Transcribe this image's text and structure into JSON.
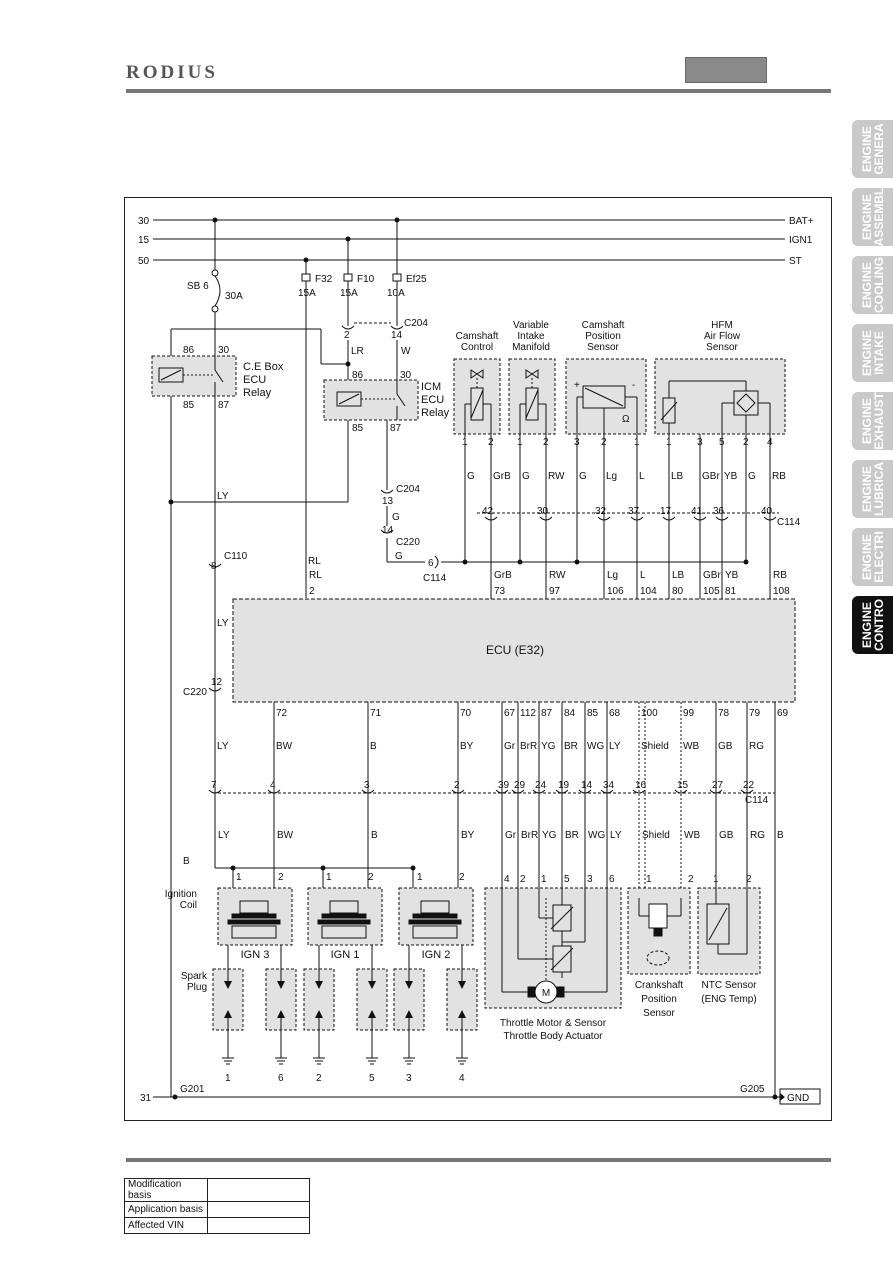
{
  "header": {
    "brand": "RODIUS"
  },
  "side_tabs": [
    {
      "label": "ENGINE\nGENERA",
      "active": false
    },
    {
      "label": "ENGINE\nASSEMBL",
      "active": false
    },
    {
      "label": "ENGINE\nCOOLING",
      "active": false
    },
    {
      "label": "ENGINE\nINTAKE",
      "active": false
    },
    {
      "label": "ENGINE\nEXHAUST",
      "active": false
    },
    {
      "label": "ENGINE\nLUBRICA",
      "active": false
    },
    {
      "label": "ENGINE\nELECTRI",
      "active": false
    },
    {
      "label": "ENGINE\nCONTRO",
      "active": true
    }
  ],
  "diagram": {
    "rails": {
      "r30": "30",
      "r15": "15",
      "r50": "50",
      "bat": "BAT+",
      "ign1": "IGN1",
      "st": "ST",
      "r31": "31",
      "gnd": "GND"
    },
    "fuses": {
      "sb6": "SB 6",
      "sb6_a": "30A",
      "f32": "F32",
      "f32_a": "15A",
      "f10": "F10",
      "f10_a": "15A",
      "ef25": "Ef25",
      "ef25_a": "10A"
    },
    "relays": {
      "ce_box": "C.E Box\nECU\nRelay",
      "ce_86": "86",
      "ce_30": "30",
      "ce_85": "85",
      "ce_87": "87",
      "icm": "ICM\nECU\nRelay",
      "icm_86": "86",
      "icm_30": "30",
      "icm_85": "85",
      "icm_87": "87"
    },
    "connectors": {
      "c204": "C204",
      "c204_2": "2",
      "c204_14": "14",
      "c204b": "C204",
      "c204b_13": "13",
      "c220": "C220",
      "c220_14": "14",
      "c114": "C114",
      "c114_6": "6",
      "c110": "C110",
      "c110_8": "8",
      "c220b": "C220",
      "c220b_12": "12",
      "c114_top": "C114",
      "c114_bot": "C114"
    },
    "wires": {
      "lr": "LR",
      "w": "W",
      "ly": "LY",
      "g": "G",
      "rl": "RL",
      "b": "B"
    },
    "sensors": {
      "camshaft_control": "Camshaft\nControl",
      "variable_intake": "Variable\nIntake\nManifold",
      "cam_position": "Camshaft\nPosition\nSensor",
      "hfm": "HFM\nAir Flow\nSensor"
    },
    "sensor_pins": [
      "1",
      "2",
      "1",
      "2",
      "3",
      "2",
      "1",
      "1",
      "3",
      "5",
      "2",
      "4"
    ],
    "sensor_wires": [
      "G",
      "GrB",
      "G",
      "RW",
      "G",
      "Lg",
      "L",
      "LB",
      "GBr",
      "YB",
      "G",
      "RB"
    ],
    "c114_pins": [
      "42",
      "30",
      "32",
      "37",
      "17",
      "41",
      "36",
      "40"
    ],
    "ecu_top_wires": [
      "RL",
      "GrB",
      "RW",
      "Lg",
      "L",
      "LB",
      "GBr",
      "YB",
      "RB"
    ],
    "ecu_top_pins": [
      "2",
      "73",
      "97",
      "106",
      "104",
      "80",
      "105",
      "81",
      "108"
    ],
    "ecu_label": "ECU (E32)",
    "ecu_bottom_pins": [
      "72",
      "71",
      "70",
      "67",
      "112",
      "87",
      "84",
      "85",
      "68",
      "100",
      "99",
      "78",
      "79",
      "69"
    ],
    "ecu_bottom_wires": [
      "LY",
      "BW",
      "B",
      "BY",
      "Gr",
      "BrR",
      "YG",
      "BR",
      "WG",
      "LY",
      "Shield",
      "WB",
      "GB",
      "RG"
    ],
    "c114b_pins": [
      "7",
      "4",
      "3",
      "2",
      "39",
      "29",
      "24",
      "19",
      "14",
      "34",
      "16",
      "15",
      "27",
      "22"
    ],
    "lower_wires": [
      "LY",
      "BW",
      "B",
      "BY",
      "Gr",
      "BrR",
      "YG",
      "BR",
      "WG",
      "LY",
      "Shield",
      "WB",
      "GB",
      "RG",
      "B",
      "B"
    ],
    "coil_pins": [
      "1",
      "2",
      "1",
      "2",
      "1",
      "2"
    ],
    "ignition_coil": "Ignition\nCoil",
    "coils": [
      "IGN 3",
      "IGN 1",
      "IGN 2"
    ],
    "spark_plug": "Spark\nPlug",
    "plug_numbers": [
      "1",
      "6",
      "2",
      "5",
      "3",
      "4"
    ],
    "throttle_pins": [
      "4",
      "2",
      "1",
      "5",
      "3",
      "6"
    ],
    "throttle_label": "Throttle Motor & Sensor\nThrottle Body Actuator",
    "motor": "M",
    "omega": "Ω",
    "plus": "+",
    "minus": "-",
    "crank_pins": [
      "1",
      "2"
    ],
    "crank_label": "Crankshaft\nPosition\nSensor",
    "ntc_pins": [
      "1",
      "2"
    ],
    "ntc_label": "NTC Sensor\n(ENG Temp)",
    "grounds": {
      "g201": "G201",
      "g205": "G205"
    }
  },
  "footer_table": {
    "rows": [
      {
        "label": "Modification basis",
        "value": ""
      },
      {
        "label": "Application basis",
        "value": ""
      },
      {
        "label": "Affected VIN",
        "value": ""
      }
    ]
  }
}
